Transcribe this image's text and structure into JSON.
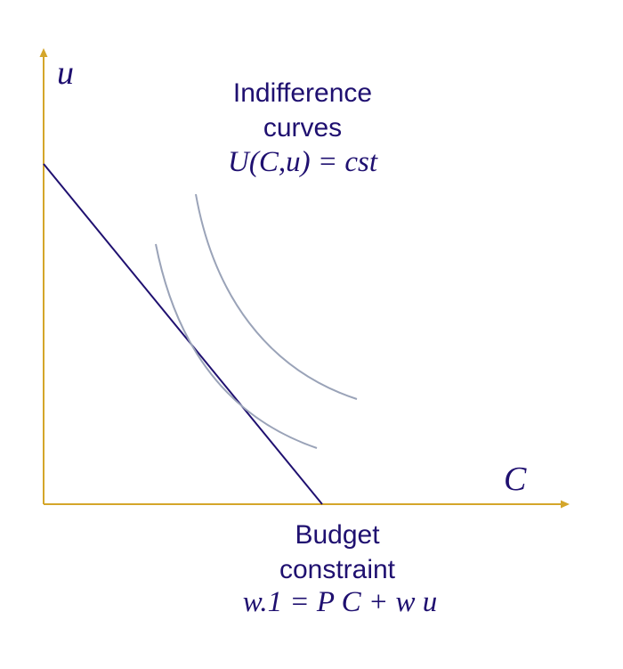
{
  "axes": {
    "y_label": "u",
    "x_label": "C"
  },
  "indifference_label": {
    "line1": "Indifference",
    "line2": "curves",
    "formula": "U(C,u) = cst"
  },
  "budget_label": {
    "line1": "Budget",
    "line2": "constraint",
    "formula": "w.1 = P C + w u"
  },
  "colors": {
    "axis": "#d4a62a",
    "budget_line": "#1f1070",
    "curves": "#9aa3b8",
    "text": "#1f1070"
  }
}
